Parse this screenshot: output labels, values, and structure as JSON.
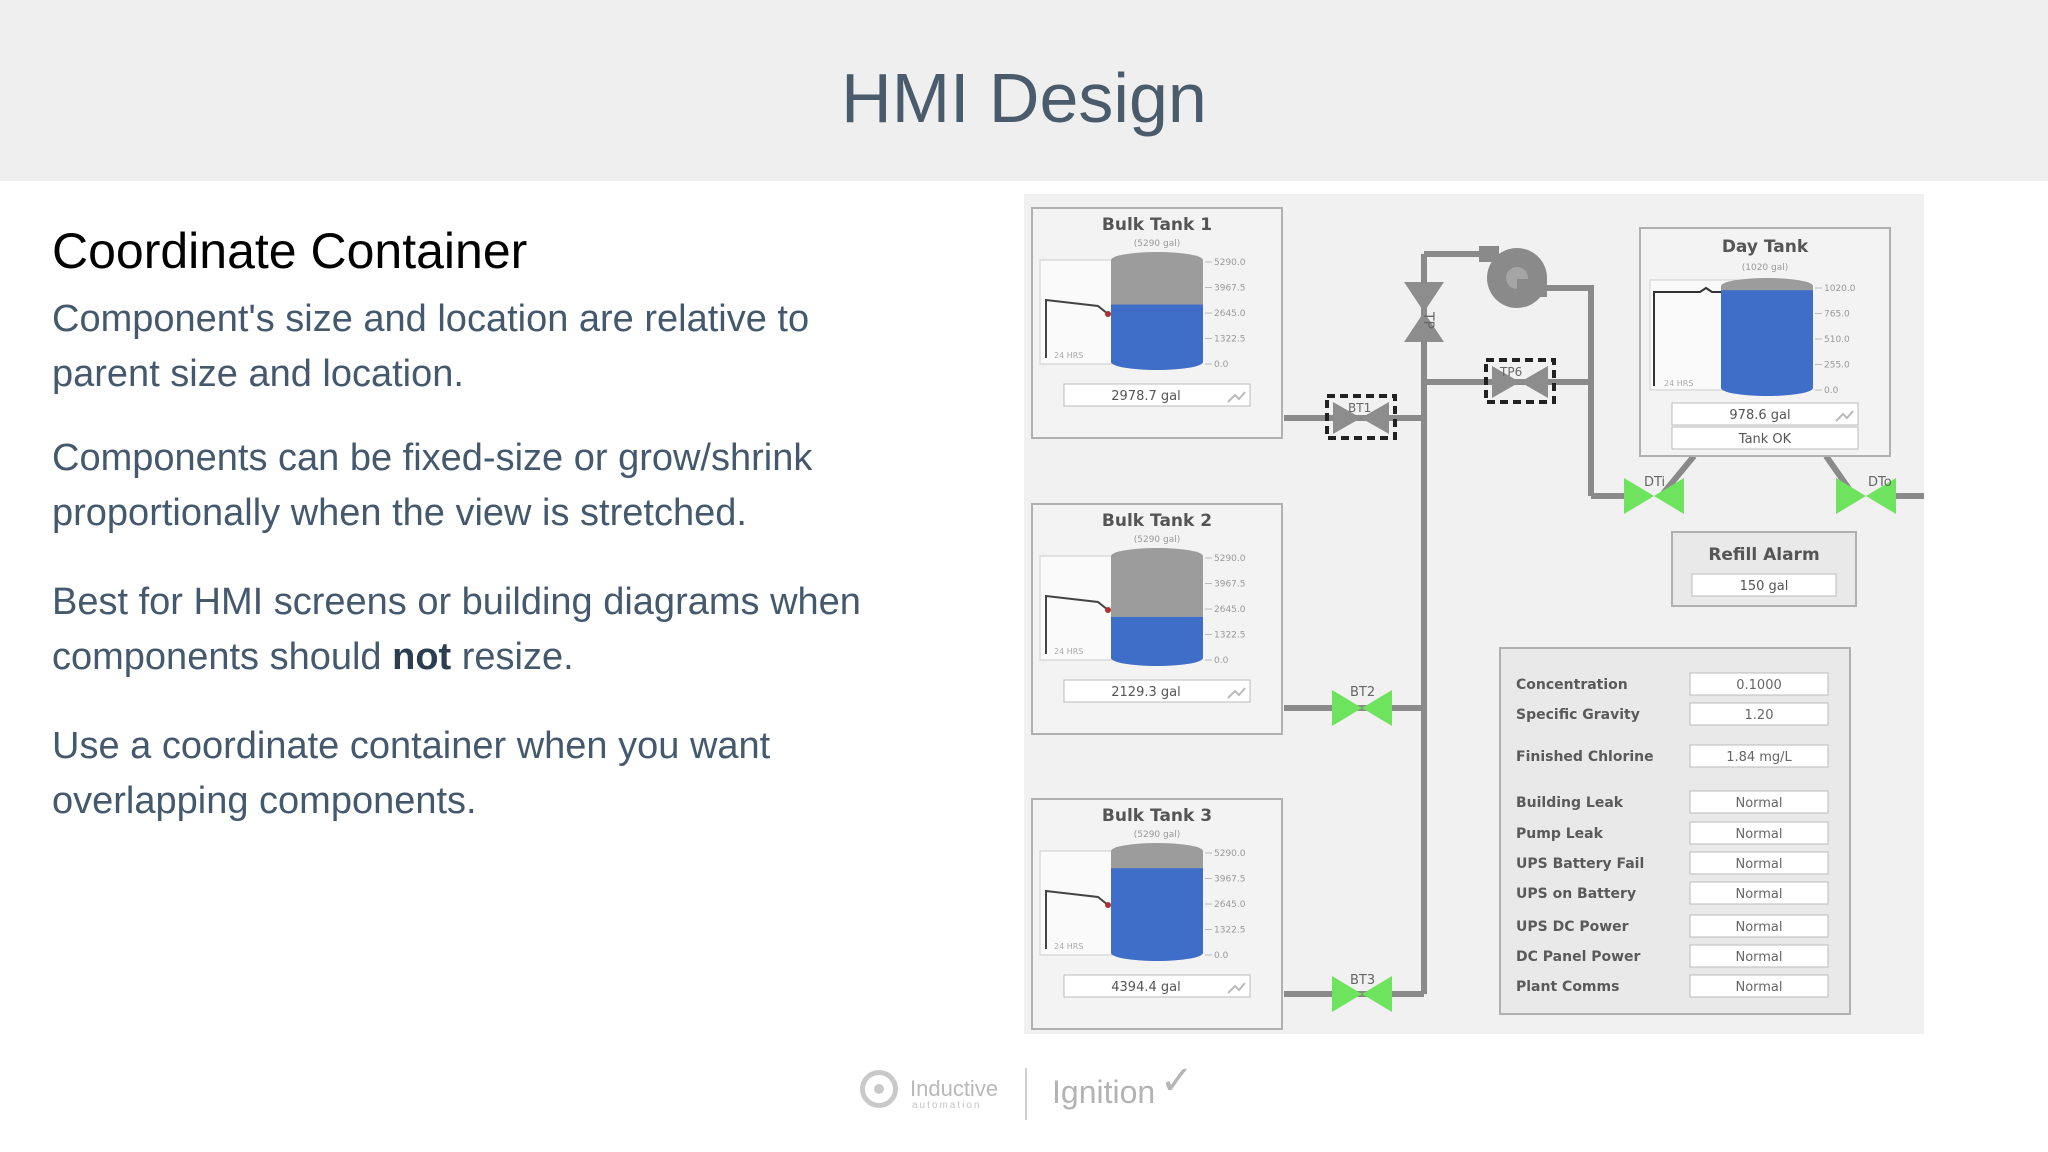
{
  "slide": {
    "title": "HMI Design",
    "subtitle": "Coordinate Container",
    "paragraphs": [
      {
        "text": "Component's size and location are relative to parent size and location."
      },
      {
        "text": "Components can be fixed-size or grow/shrink proportionally when the view is stretched."
      },
      {
        "before": "Best for HMI screens or building diagrams when components should ",
        "bold": "not",
        "after": " resize."
      },
      {
        "text": "Use a coordinate container when you want overlapping components."
      }
    ]
  },
  "diagram": {
    "tanks": [
      {
        "id": "bulk1",
        "title": "Bulk Tank 1",
        "capacity": "(5290 gal)",
        "value": "2978.7 gal",
        "level": 0.563,
        "ticks": [
          "5290.0",
          "3967.5",
          "2645.0",
          "1322.5",
          "0.0"
        ],
        "history": "24 HRS"
      },
      {
        "id": "bulk2",
        "title": "Bulk Tank 2",
        "capacity": "(5290 gal)",
        "value": "2129.3 gal",
        "level": 0.403,
        "ticks": [
          "5290.0",
          "3967.5",
          "2645.0",
          "1322.5",
          "0.0"
        ],
        "history": "24 HRS"
      },
      {
        "id": "bulk3",
        "title": "Bulk Tank 3",
        "capacity": "(5290 gal)",
        "value": "4394.4 gal",
        "level": 0.831,
        "ticks": [
          "5290.0",
          "3967.5",
          "2645.0",
          "1322.5",
          "0.0"
        ],
        "history": "24 HRS"
      }
    ],
    "day_tank": {
      "title": "Day Tank",
      "capacity": "(1020 gal)",
      "value": "978.6 gal",
      "status": "Tank OK",
      "level": 0.959,
      "ticks": [
        "1020.0",
        "765.0",
        "510.0",
        "255.0",
        "0.0"
      ],
      "history": "24 HRS"
    },
    "valves": {
      "bt1": "BT1",
      "bt2": "BT2",
      "bt3": "BT3",
      "tp": "TP",
      "tp6": "TP6",
      "dti": "DTi",
      "dto": "DTo"
    },
    "refill": {
      "title": "Refill Alarm",
      "value": "150 gal"
    },
    "readings": [
      {
        "label": "Concentration",
        "value": "0.1000"
      },
      {
        "label": "Specific Gravity",
        "value": "1.20"
      },
      {
        "label": "Finished Chlorine",
        "value": "1.84 mg/L"
      },
      {
        "label": "Building Leak",
        "value": "Normal"
      },
      {
        "label": "Pump Leak",
        "value": "Normal"
      },
      {
        "label": "UPS Battery Fail",
        "value": "Normal"
      },
      {
        "label": "UPS on Battery",
        "value": "Normal"
      },
      {
        "label": "UPS DC Power",
        "value": "Normal"
      },
      {
        "label": "DC Panel Power",
        "value": "Normal"
      },
      {
        "label": "Plant Comms",
        "value": "Normal"
      }
    ]
  },
  "footer": {
    "brand1": "Inductive",
    "brand1_sub": "automation",
    "brand2": "Ignition"
  },
  "colors": {
    "title": "#4a5b6b",
    "body_text": "#44596d",
    "water": "#3f6ec8",
    "valve_open": "#6ee35d",
    "pipe": "#8a8a8a"
  }
}
